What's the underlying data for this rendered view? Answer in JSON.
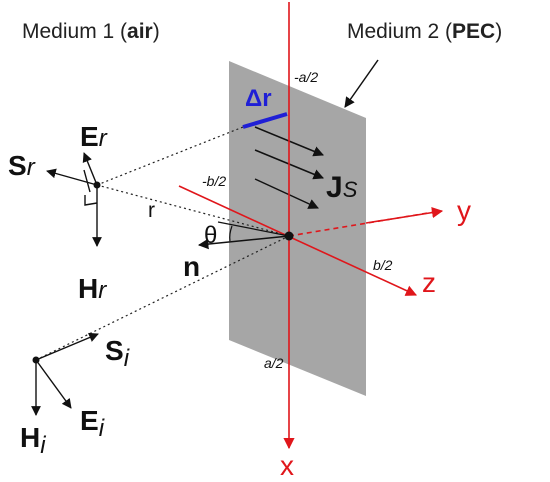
{
  "labels": {
    "medium1_prefix": "Medium 1 (",
    "medium1_material": "air",
    "medium1_suffix": ")",
    "medium2_prefix": "Medium 2 (",
    "medium2_material": "PEC",
    "medium2_suffix": ")",
    "neg_a_half": "-a/2",
    "pos_a_half": "a/2",
    "neg_b_half": "-b/2",
    "pos_b_half": "b/2",
    "delta_r": "Δr",
    "surface_current_main": "J",
    "surface_current_sub": "S",
    "theta": "θ",
    "r": "r",
    "normal": "n",
    "Er_main": "E",
    "Er_sub": "r",
    "Sr_main": "S",
    "Sr_sub": "r",
    "Hr_main": "H",
    "Hr_sub": "r",
    "Si_main": "S",
    "Si_sub": "i",
    "Ei_main": "E",
    "Ei_sub": "i",
    "Hi_main": "H",
    "Hi_sub": "i",
    "axis_x": "x",
    "axis_y": "y",
    "axis_z": "z"
  },
  "colors": {
    "axis": "#e0161b",
    "plate": "#a6a6a6",
    "delta_r": "#1f1fd6",
    "ink": "#111111"
  }
}
